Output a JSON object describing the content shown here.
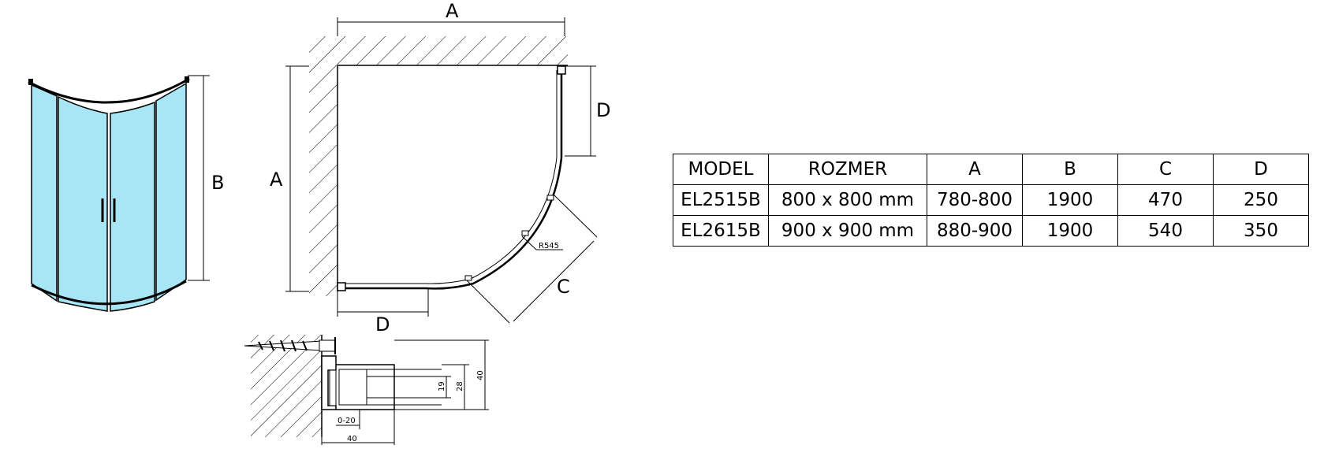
{
  "labels": {
    "dim_a": "A",
    "dim_b": "B",
    "dim_c": "C",
    "dim_d": "D",
    "radius": "R545",
    "profile_19": "19",
    "profile_28": "28",
    "profile_40": "40",
    "profile_adjust": "0-20",
    "profile_width": "40"
  },
  "table": {
    "headers": [
      "MODEL",
      "ROZMER",
      "A",
      "B",
      "C",
      "D"
    ],
    "rows": [
      [
        "EL2515B",
        "800 x 800 mm",
        "780-800",
        "1900",
        "470",
        "250"
      ],
      [
        "EL2615B",
        "900 x 900 mm",
        "880-900",
        "1900",
        "540",
        "350"
      ]
    ]
  },
  "colors": {
    "glass": "#a8e6f6",
    "line": "#000000"
  }
}
